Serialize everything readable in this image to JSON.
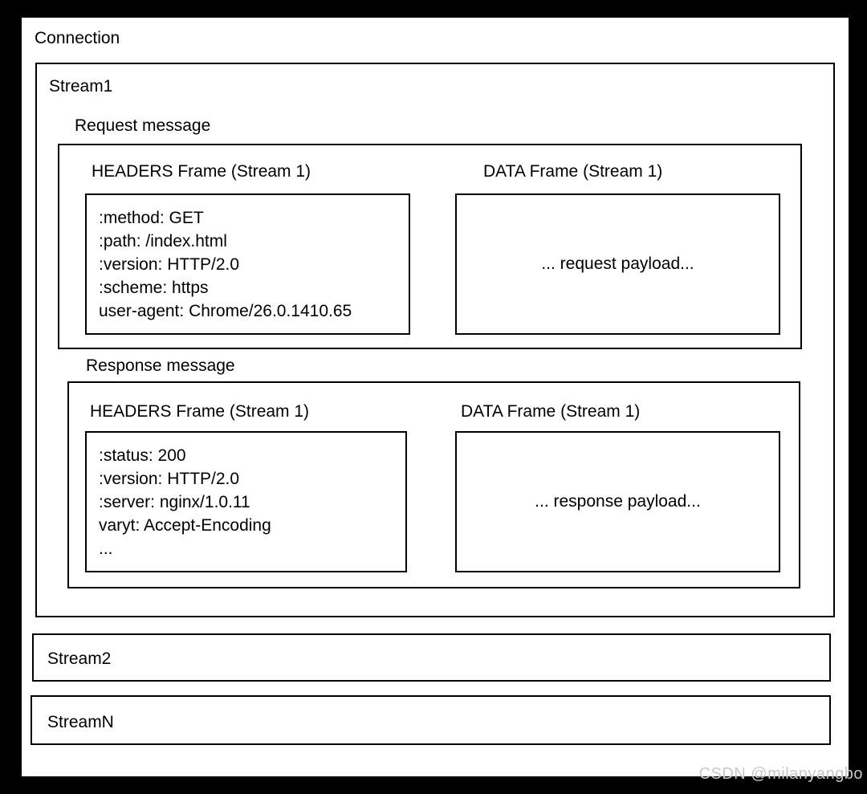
{
  "diagram": {
    "connection": {
      "label": "Connection"
    },
    "stream1": {
      "label": "Stream1",
      "request": {
        "label": "Request message",
        "headers_frame": {
          "title": "HEADERS Frame (Stream 1)",
          "lines": [
            ":method: GET",
            ":path: /index.html",
            ":version: HTTP/2.0",
            ":scheme: https",
            "user-agent: Chrome/26.0.1410.65"
          ]
        },
        "data_frame": {
          "title": "DATA Frame (Stream 1)",
          "payload": "... request payload..."
        }
      },
      "response": {
        "label": "Response message",
        "headers_frame": {
          "title": "HEADERS Frame (Stream 1)",
          "lines": [
            ":status: 200",
            ":version: HTTP/2.0",
            ":server: nginx/1.0.11",
            "varyt: Accept-Encoding",
            "..."
          ]
        },
        "data_frame": {
          "title": "DATA Frame (Stream 1)",
          "payload": "... response payload..."
        }
      }
    },
    "stream2": {
      "label": "Stream2"
    },
    "streamN": {
      "label": "StreamN"
    }
  },
  "watermark": "CSDN @milanyangbo",
  "colors": {
    "background": "#000000",
    "box_background": "#ffffff",
    "border": "#000000",
    "text": "#000000",
    "watermark": "#c8c8c8"
  }
}
